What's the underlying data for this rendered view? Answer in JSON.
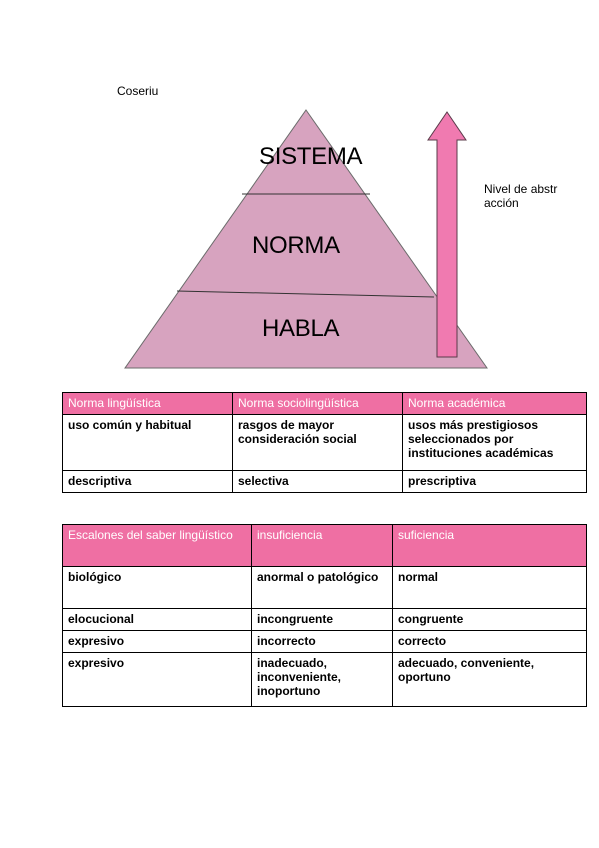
{
  "author": "Coseriu",
  "pyramid": {
    "levels": [
      "SISTEMA",
      "NORMA",
      "HABLA"
    ],
    "fill": "#d7a3bf"
  },
  "axis_label": "Nivel de abstracción",
  "arrow_color": "#f07ab0",
  "accent": "#ef6fa3",
  "table1": {
    "headers": [
      "Norma lingüística",
      "Norma sociolingüística",
      "Norma académica"
    ],
    "rows": [
      [
        "uso común y habitual",
        "rasgos de mayor consideración social",
        "usos más prestigiosos seleccionados por instituciones académicas"
      ],
      [
        "descriptiva",
        "selectiva",
        "prescriptiva"
      ]
    ]
  },
  "table2": {
    "headers": [
      "Escalones del saber lingüístico",
      "insuficiencia",
      "suficiencia"
    ],
    "rows": [
      [
        "biológico",
        "anormal o patológico",
        "normal"
      ],
      [
        "elocucional",
        "incongruente",
        "congruente"
      ],
      [
        "expresivo",
        "incorrecto",
        "correcto"
      ],
      [
        "expresivo",
        "inadecuado, inconveniente, inoportuno",
        "adecuado, conveniente, oportuno"
      ]
    ]
  }
}
